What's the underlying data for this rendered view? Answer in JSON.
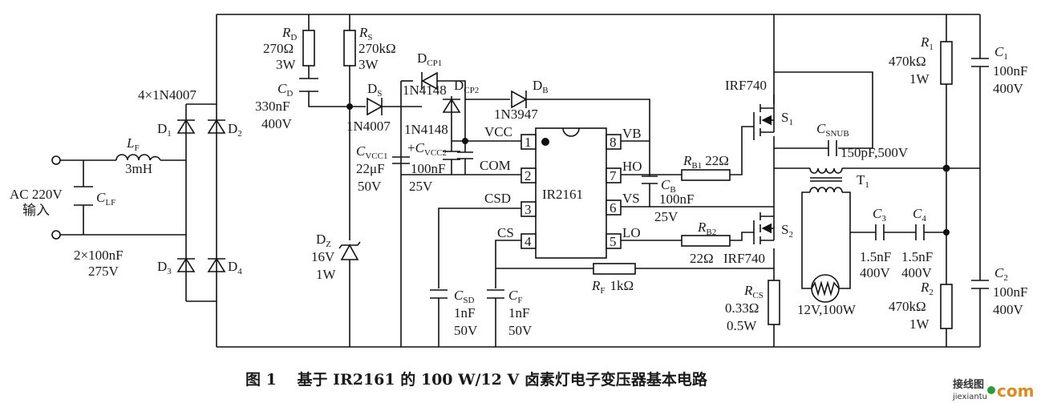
{
  "input": {
    "label": "AC 220V",
    "label2": "输入"
  },
  "lf": {
    "name": "L",
    "sub": "F",
    "value": "3mH"
  },
  "clf": {
    "name": "C",
    "sub": "LF",
    "value": "2×100nF",
    "voltage": "275V"
  },
  "bridge": {
    "spec": "4×1N4007",
    "d1": "D",
    "d1s": "1",
    "d2": "D",
    "d2s": "2",
    "d3": "D",
    "d3s": "3",
    "d4": "D",
    "d4s": "4"
  },
  "rd": {
    "name": "R",
    "sub": "D",
    "value": "270Ω",
    "power": "3W"
  },
  "rs": {
    "name": "R",
    "sub": "S",
    "value": "270kΩ",
    "power": "3W"
  },
  "cd": {
    "name": "C",
    "sub": "D",
    "value": "330nF",
    "voltage": "400V"
  },
  "ds": {
    "name": "D",
    "sub": "S",
    "part": "1N4007"
  },
  "dz": {
    "name": "D",
    "sub": "Z",
    "value": "16V",
    "power": "1W"
  },
  "cvcc1": {
    "name": "C",
    "sub": "VCC1",
    "value": "22μF",
    "voltage": "50V"
  },
  "cvcc2": {
    "name": "C",
    "sub": "VCC2",
    "plus": "+",
    "value": "100nF",
    "voltage": "25V"
  },
  "dcp1": {
    "name": "D",
    "sub": "CP1",
    "part": "1N4148"
  },
  "dcp2": {
    "name": "D",
    "sub": "CP2",
    "part": "1N4148"
  },
  "db": {
    "name": "D",
    "sub": "B",
    "part": "1N3947"
  },
  "ic": {
    "name": "IR2161",
    "pins": [
      {
        "num": "1",
        "label": "VCC"
      },
      {
        "num": "2",
        "label": "COM"
      },
      {
        "num": "3",
        "label": "CSD"
      },
      {
        "num": "4",
        "label": "CS"
      },
      {
        "num": "8",
        "label": "VB"
      },
      {
        "num": "7",
        "label": "HO"
      },
      {
        "num": "6",
        "label": "VS"
      },
      {
        "num": "5",
        "label": "LO"
      }
    ]
  },
  "cb": {
    "name": "C",
    "sub": "B",
    "value": "100nF",
    "voltage": "25V"
  },
  "rb1": {
    "name": "R",
    "sub": "B1",
    "value": "22Ω"
  },
  "rb2": {
    "name": "R",
    "sub": "B2",
    "value": "22Ω"
  },
  "s1": {
    "name": "S",
    "sub": "1",
    "part": "IRF740"
  },
  "s2": {
    "name": "S",
    "sub": "2",
    "part": "IRF740"
  },
  "csnub": {
    "name": "C",
    "sub": "SNUB",
    "value": "150pF,500V"
  },
  "t1": {
    "name": "T",
    "sub": "1"
  },
  "lamp": {
    "label": "12V,100W"
  },
  "c3": {
    "name": "C",
    "sub": "3",
    "value": "1.5nF",
    "voltage": "400V"
  },
  "c4": {
    "name": "C",
    "sub": "4",
    "value": "1.5nF",
    "voltage": "400V"
  },
  "rcs": {
    "name": "R",
    "sub": "CS",
    "value": "0.33Ω",
    "power": "0.5W"
  },
  "csd": {
    "name": "C",
    "sub": "SD",
    "value": "1nF",
    "voltage": "50V"
  },
  "cf": {
    "name": "C",
    "sub": "F",
    "value": "1nF",
    "voltage": "50V"
  },
  "rf": {
    "name": "R",
    "sub": "F",
    "value": "1kΩ"
  },
  "r1": {
    "name": "R",
    "sub": "1",
    "value": "470kΩ",
    "power": "1W"
  },
  "r2": {
    "name": "R",
    "sub": "2",
    "value": "470kΩ",
    "power": "1W"
  },
  "c1": {
    "name": "C",
    "sub": "1",
    "value": "100nF",
    "voltage": "400V"
  },
  "c2": {
    "name": "C",
    "sub": "2",
    "value": "100nF",
    "voltage": "400V"
  },
  "caption": "图 1　 基于 IR2161 的 100 W/12 V 卤素灯电子变压器基本电路",
  "watermark": {
    "cn": "接线图",
    "en": "jiexiantu",
    "com": "com"
  }
}
